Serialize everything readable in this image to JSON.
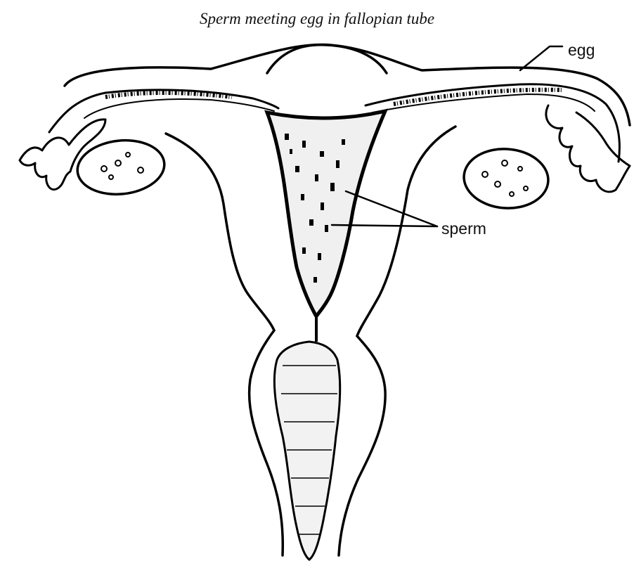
{
  "figure": {
    "title": "Sperm meeting egg in fallopian tube",
    "labels": {
      "egg": "egg",
      "sperm": "sperm"
    }
  }
}
